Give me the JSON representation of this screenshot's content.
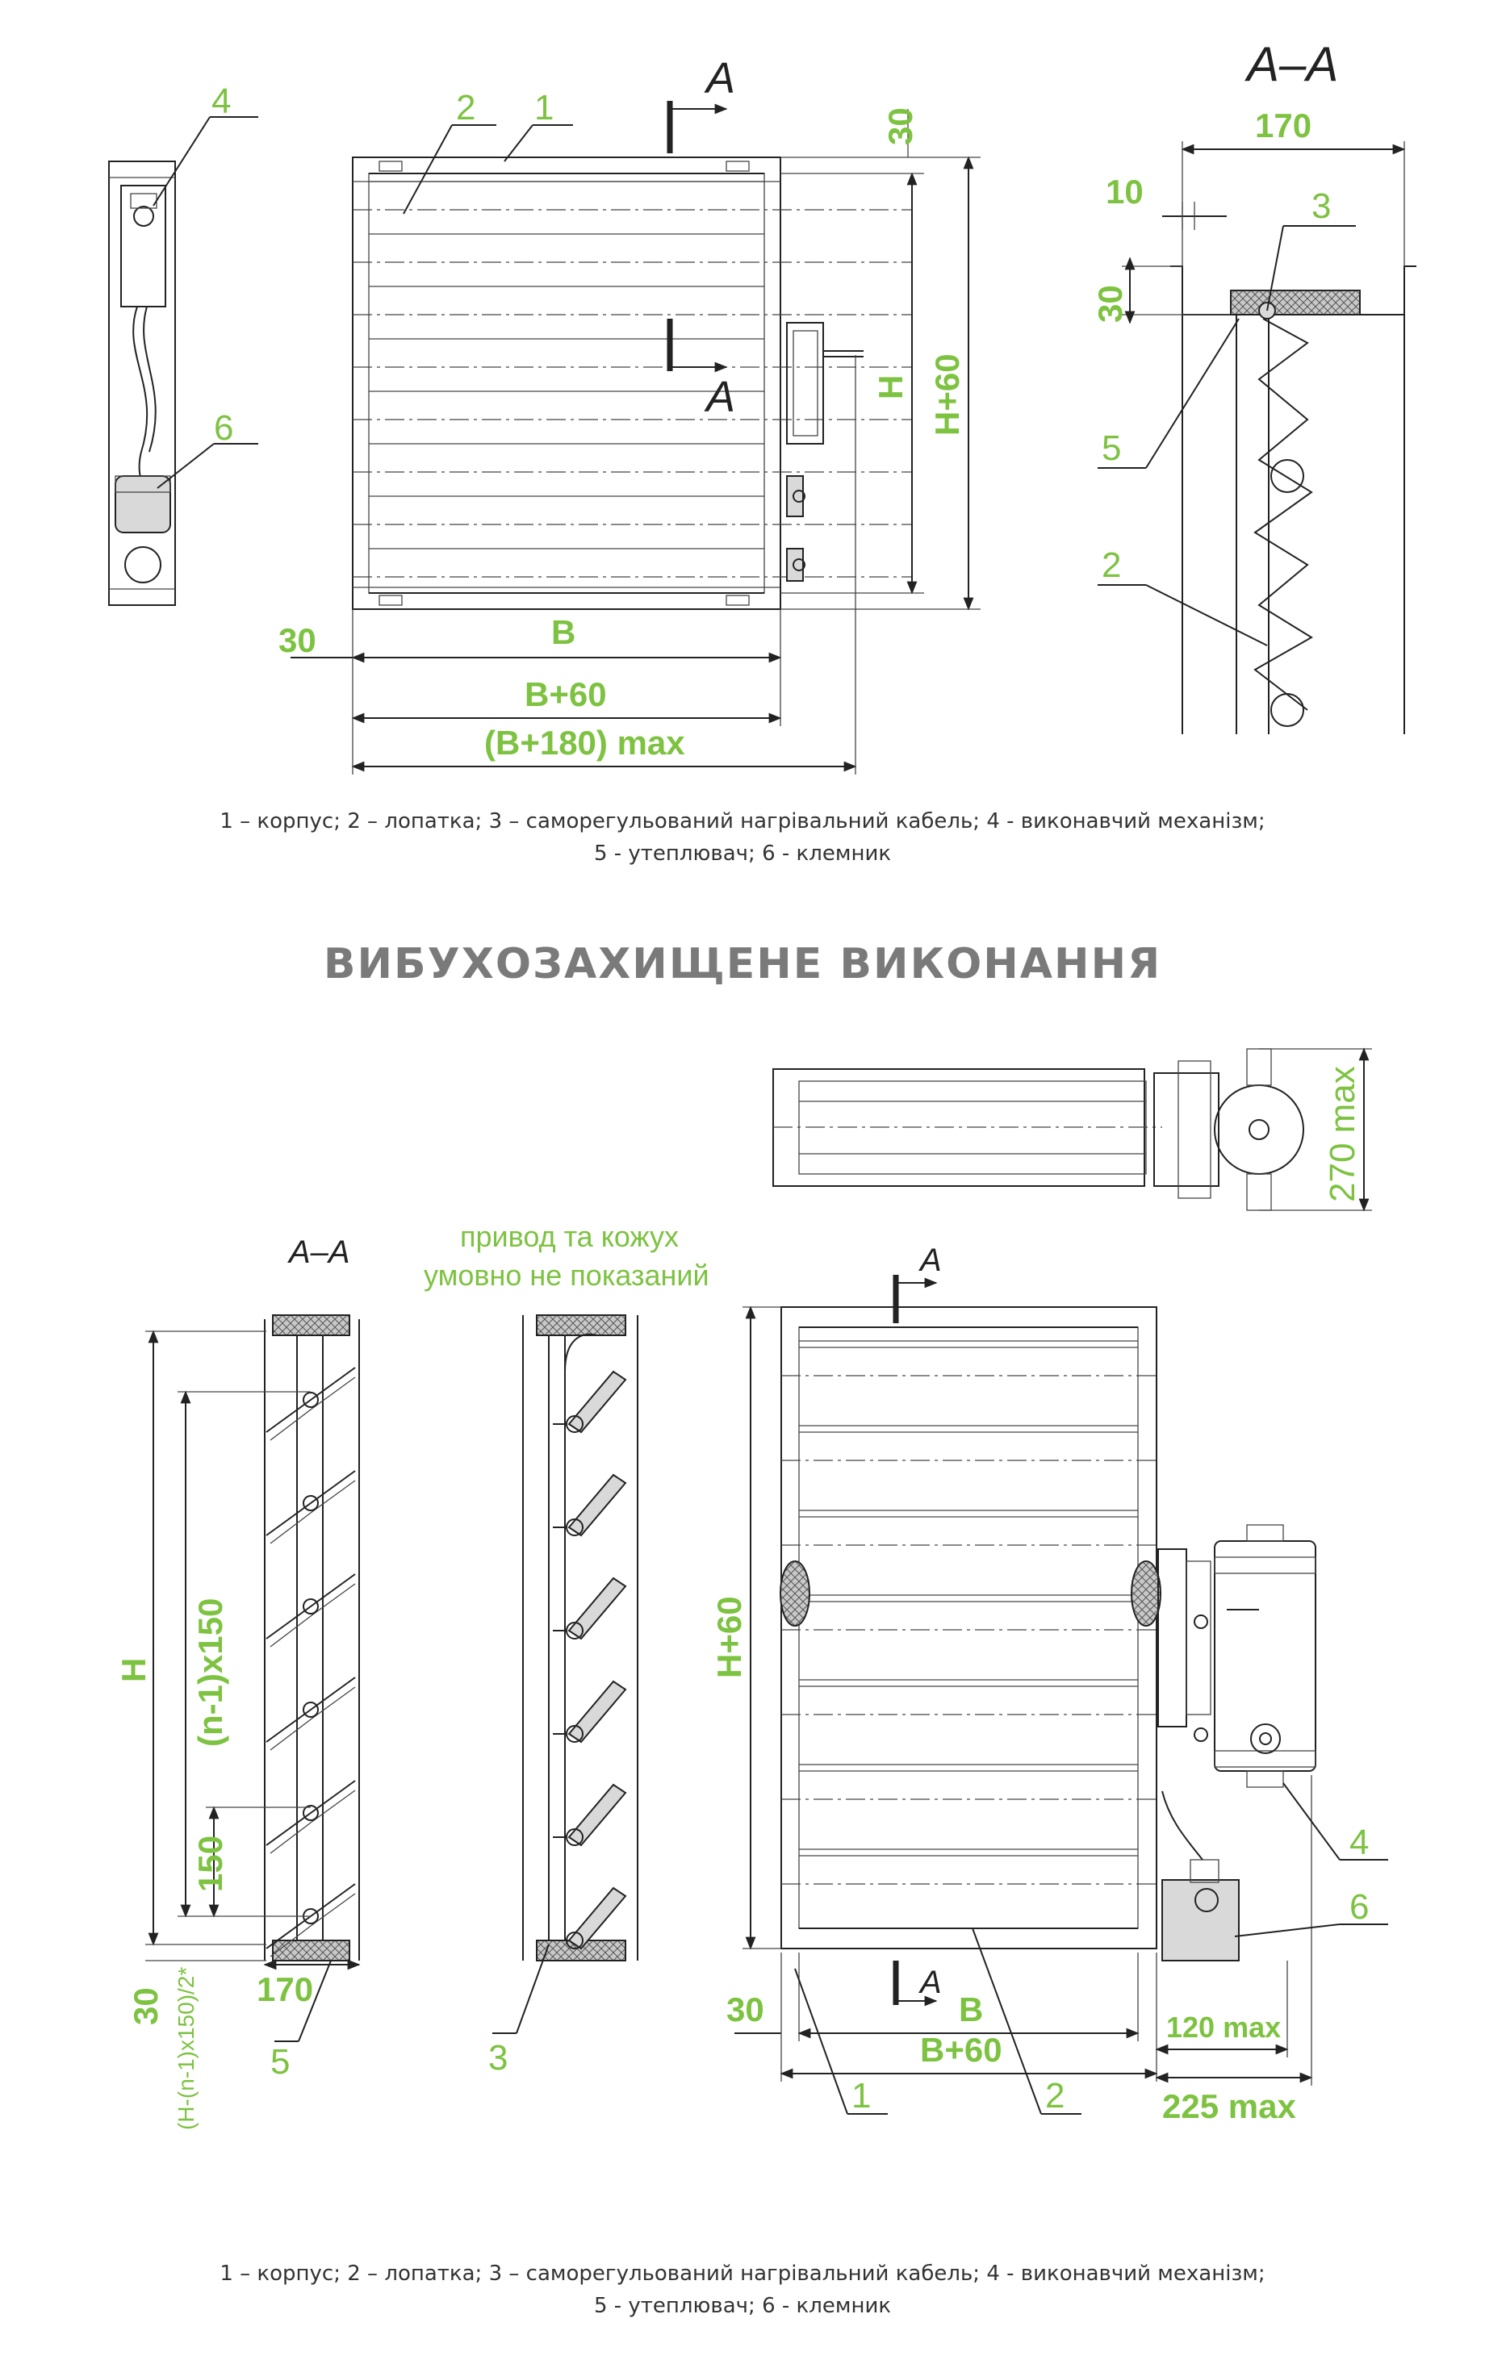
{
  "top_section": {
    "section_title": "A–A",
    "cut_mark": "A",
    "labels": [
      "1",
      "2",
      "3",
      "4",
      "5",
      "6"
    ],
    "dims": {
      "d30": "30",
      "B": "B",
      "B60": "B+60",
      "B180": "(B+180) max",
      "H": "H",
      "H60": "H+60",
      "d170": "170",
      "d10": "10",
      "d30b": "30"
    },
    "caption_line1": "1 – корпус; 2 – лопатка; 3 – саморегульований нагрівальний кабель; 4 - виконавчий механізм;",
    "caption_line2": "5 - утеплювач; 6 - клемник"
  },
  "heading": "ВИБУХОЗАХИЩЕНЕ ВИКОНАННЯ",
  "bottom_section": {
    "section_title": "A–A",
    "cut_mark": "A",
    "note_line1": "привод та кожух",
    "note_line2": "умовно не показаний",
    "labels": [
      "1",
      "2",
      "3",
      "4",
      "5",
      "6"
    ],
    "dims": {
      "d270": "270 max",
      "H": "H",
      "n150": "(n-1)x150",
      "d150": "150",
      "d30": "30",
      "formula": "(H-(n-1)x150)/2*",
      "d170": "170",
      "H60": "H+60",
      "d30b": "30",
      "B": "B",
      "B60": "B+60",
      "d120": "120 max",
      "d225": "225 max"
    },
    "caption_line1": "1 – корпус; 2 – лопатка; 3 – саморегульований нагрівальний кабель; 4 - виконавчий механізм;",
    "caption_line2": "5 - утеплювач; 6 - клемник"
  }
}
